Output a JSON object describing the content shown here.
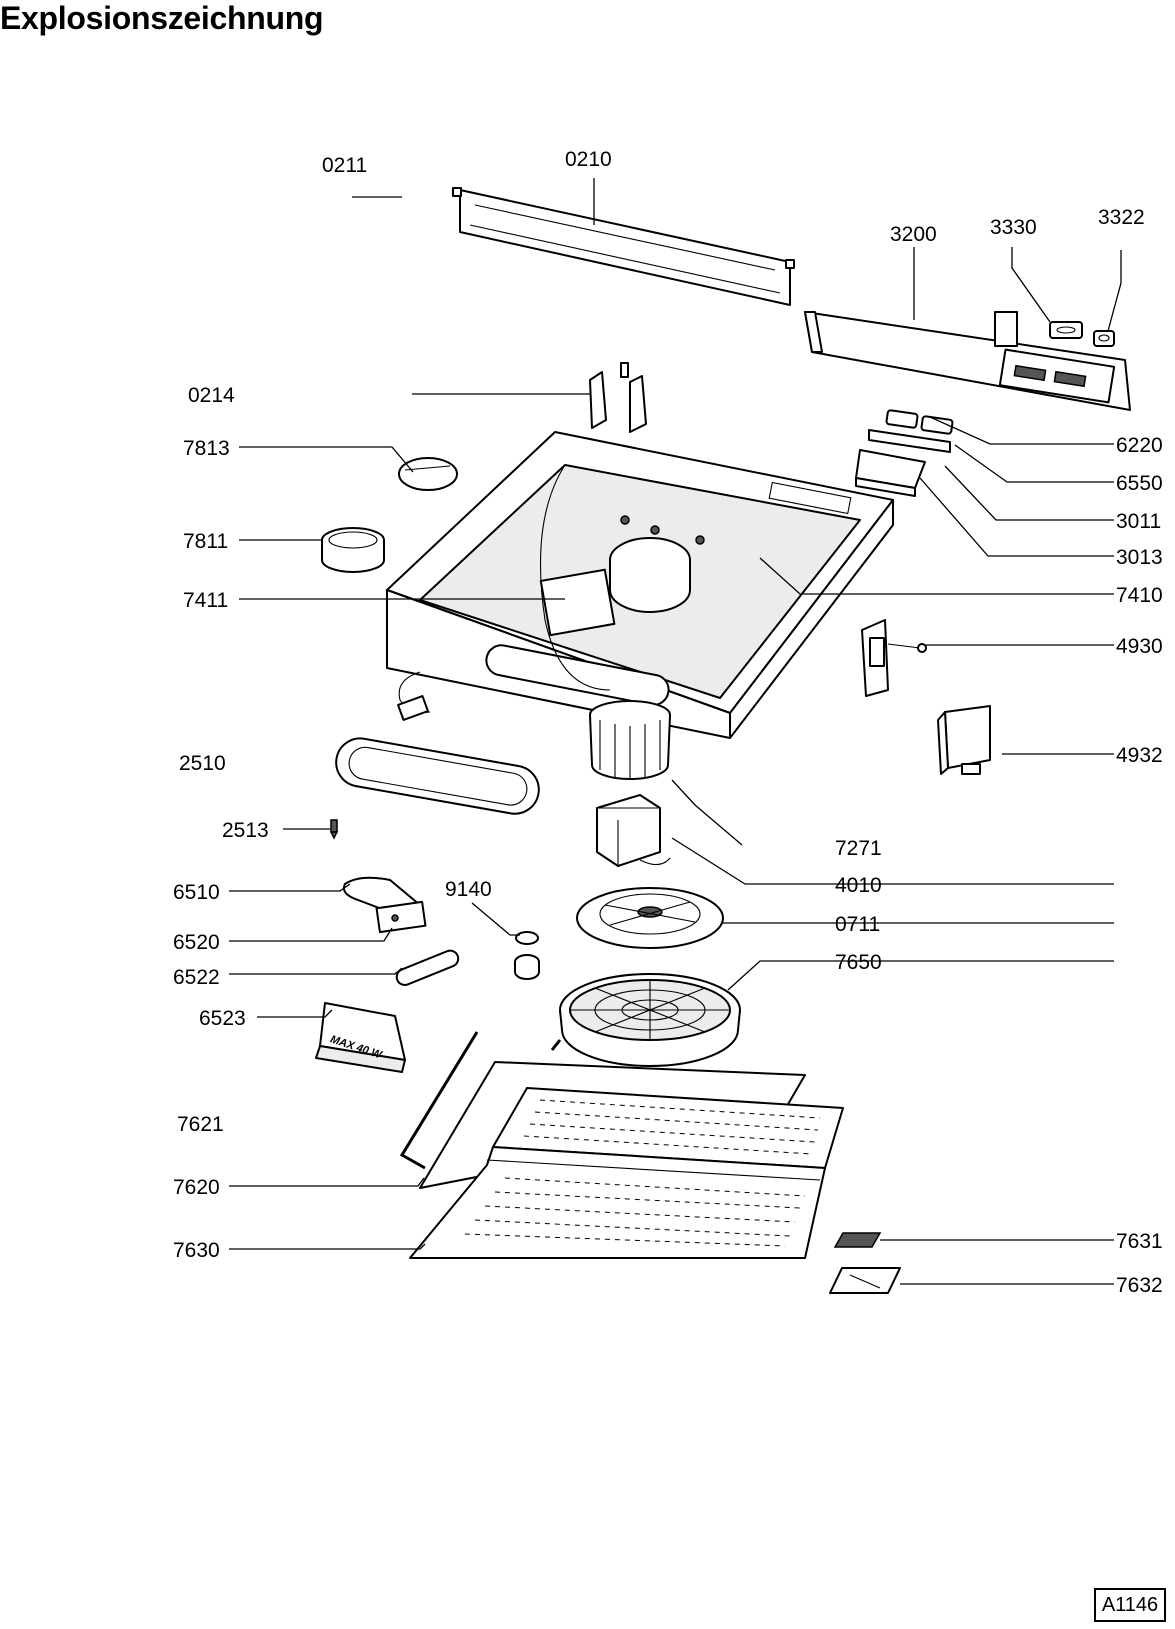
{
  "title": "Explosionszeichnung",
  "drawing_code": "A1146",
  "part_labels": {
    "p0211": "0211",
    "p0210": "0210",
    "p3200": "3200",
    "p3330": "3330",
    "p3322": "3322",
    "p0214": "0214",
    "p7813": "7813",
    "p6220": "6220",
    "p6550": "6550",
    "p3011": "3011",
    "p3013": "3013",
    "p7811": "7811",
    "p7411": "7411",
    "p7410": "7410",
    "p4930": "4930",
    "p2510": "2510",
    "p4932": "4932",
    "p2513": "2513",
    "p7271": "7271",
    "p6510": "6510",
    "p9140": "9140",
    "p4010": "4010",
    "p6520": "6520",
    "p0711": "0711",
    "p6522": "6522",
    "p7650": "7650",
    "p6523": "6523",
    "p7621": "7621",
    "p7620": "7620",
    "p7630": "7630",
    "p7631": "7631",
    "p7632": "7632"
  },
  "lamp_text": "MAX 40 W"
}
